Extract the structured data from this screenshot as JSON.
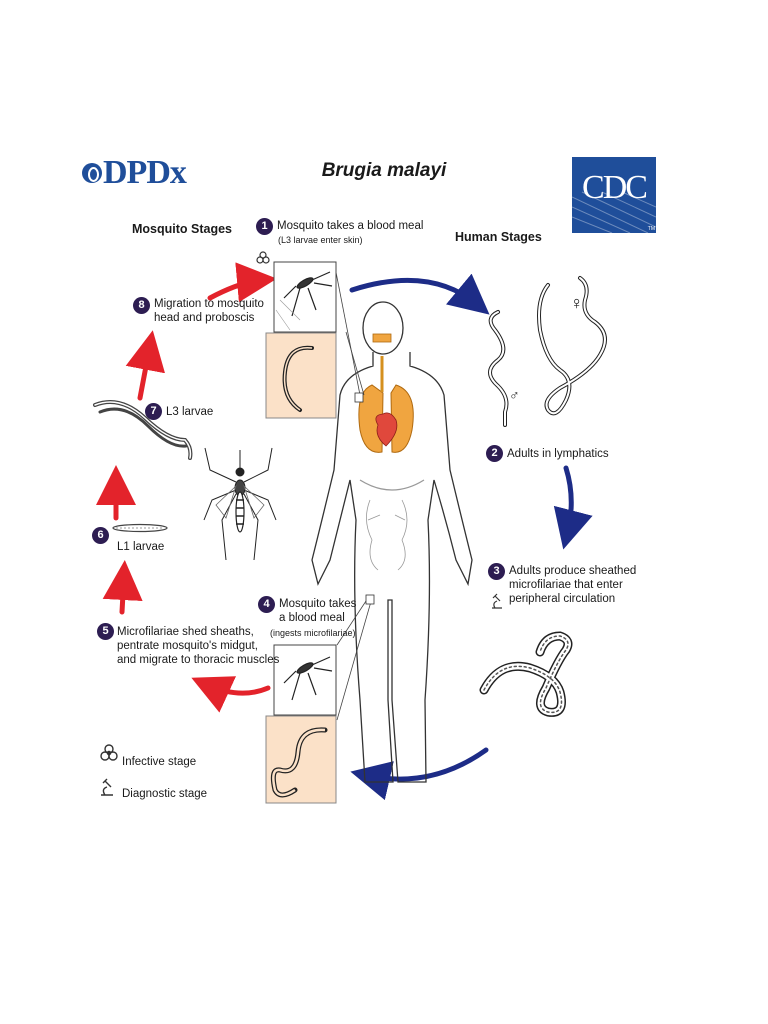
{
  "header": {
    "title": "Brugia malayi",
    "left_logo": "DPDx",
    "right_logo": "CDC",
    "right_logo_tm": "TM"
  },
  "sections": {
    "mosquito": "Mosquito Stages",
    "human": "Human Stages"
  },
  "steps": [
    {
      "num": "1",
      "text": "Mosquito takes a blood meal",
      "sub": "(L3 larvae enter skin)"
    },
    {
      "num": "2",
      "text": "Adults in lymphatics"
    },
    {
      "num": "3",
      "text": "Adults produce sheathed\nmicrofilariae that enter\nperipheral circulation"
    },
    {
      "num": "4",
      "text": "Mosquito takes\na blood meal",
      "sub": "(ingests microfilariae)"
    },
    {
      "num": "5",
      "text": "Microfilariae shed sheaths,\npentrate mosquito's midgut,\nand migrate to thoracic muscles"
    },
    {
      "num": "6",
      "text": "L1 larvae"
    },
    {
      "num": "7",
      "text": "L3 larvae"
    },
    {
      "num": "8",
      "text": "Migration to mosquito\nhead and proboscis"
    }
  ],
  "symbols": {
    "female": "♀",
    "male": "♂"
  },
  "legend": [
    {
      "icon": "biohazard-icon",
      "label": "Infective stage"
    },
    {
      "icon": "microscope-icon",
      "label": "Diagnostic stage"
    }
  ],
  "colors": {
    "mosquito_arrows": "#e3232b",
    "human_arrows": "#1d2c87",
    "badge": "#2d1d52",
    "logo_blue": "#1f4e9a",
    "organs": "#f0a540",
    "heart": "#e0483c",
    "panel_fill": "#fbe1c8"
  }
}
